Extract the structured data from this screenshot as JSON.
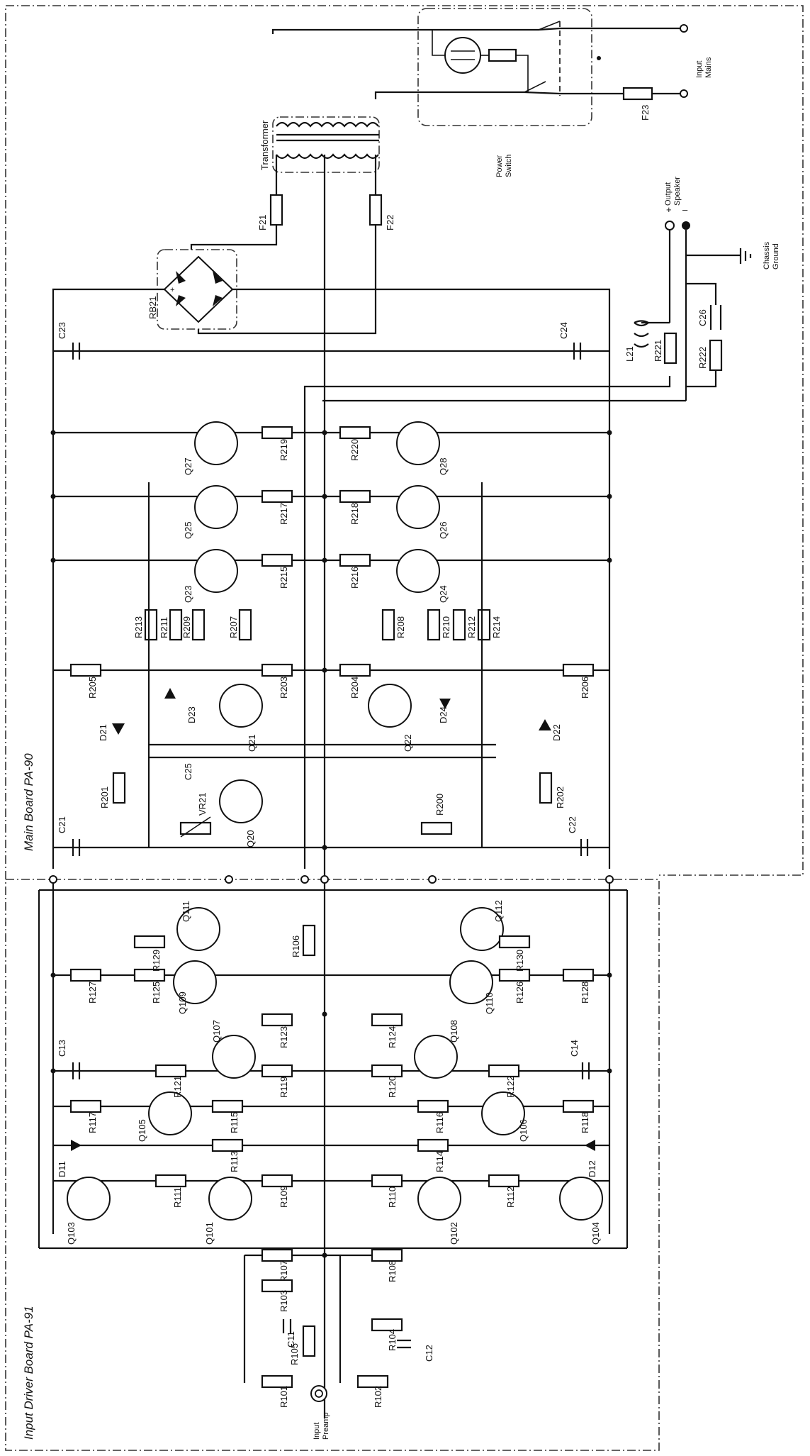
{
  "boards": {
    "main": "Main Board  PA-90",
    "input": "Input Driver Board  PA-91"
  },
  "labels": {
    "transformer": "Transformer",
    "power_switch": "Power\nSwitch",
    "input_mains": "Input\nMains",
    "output_speaker": "Output\nSpeaker",
    "chassis_ground": "Chassis\nGround",
    "input_preamp": "Input\nPreamp",
    "plus": "+",
    "minus": "–"
  },
  "components": {
    "fuses": [
      "F21",
      "F22",
      "F23"
    ],
    "bridge": "RB21",
    "main_caps": [
      "C23",
      "C24",
      "C25",
      "C26",
      "C21",
      "C22"
    ],
    "inductor": "L21",
    "main_resistors": [
      "R221",
      "R222",
      "R219",
      "R220",
      "R217",
      "R218",
      "R215",
      "R216",
      "R213",
      "R211",
      "R209",
      "R207",
      "R208",
      "R210",
      "R212",
      "R214",
      "R205",
      "R203",
      "R204",
      "R206",
      "R201",
      "R202",
      "R200"
    ],
    "main_transistors": [
      "Q27",
      "Q28",
      "Q25",
      "Q26",
      "Q23",
      "Q24",
      "Q21",
      "Q22",
      "Q20"
    ],
    "main_diodes": [
      "D21",
      "D22",
      "D23",
      "D24"
    ],
    "pot": "VR21",
    "input_transistors": [
      "Q111",
      "Q112",
      "Q109",
      "Q110",
      "Q107",
      "Q108",
      "Q105",
      "Q106",
      "Q103",
      "Q104",
      "Q101",
      "Q102"
    ],
    "input_resistors": [
      "R106",
      "R129",
      "R130",
      "R127",
      "R125",
      "R126",
      "R128",
      "R123",
      "R124",
      "R121",
      "R119",
      "R120",
      "R122",
      "R117",
      "R115",
      "R116",
      "R118",
      "R113",
      "R114",
      "R111",
      "R109",
      "R110",
      "R112",
      "R107",
      "R108",
      "R103",
      "R104",
      "R105",
      "R101",
      "R102"
    ],
    "input_caps": [
      "C13",
      "C14",
      "C11",
      "C12"
    ],
    "leds": [
      "D11",
      "D12"
    ]
  }
}
